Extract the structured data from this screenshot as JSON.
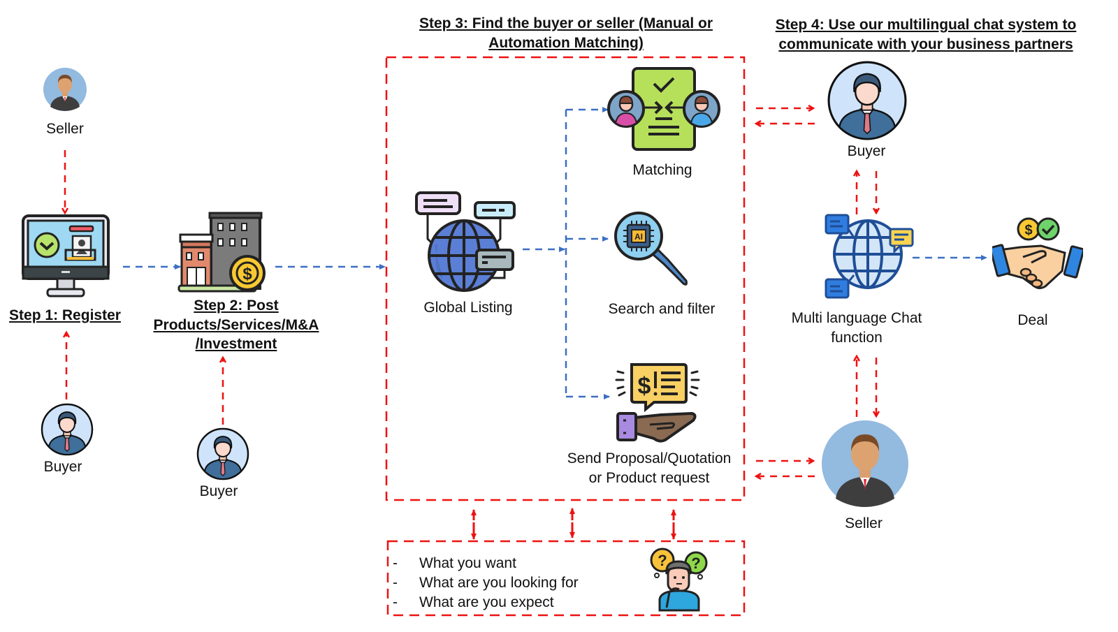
{
  "steps": {
    "step1": "Step 1: Register",
    "step2": [
      "Step 2: Post",
      "Products/Services/M&A",
      "/Investment"
    ],
    "step3": [
      "Step 3: Find the buyer or seller (Manual or",
      "Automation Matching)"
    ],
    "step4": [
      "Step 4: Use our multilingual chat system to",
      "communicate with your business partners"
    ]
  },
  "left": {
    "seller_label": "Seller",
    "buyer1_label": "Buyer",
    "buyer2_label": "Buyer"
  },
  "center": {
    "global_listing": "Global Listing",
    "matching": "Matching",
    "search_filter": "Search and filter",
    "proposal": [
      "Send Proposal/Quotation",
      "or Product request"
    ]
  },
  "criteria": {
    "items": [
      "What you want",
      "What are you looking for",
      "What are you expect"
    ],
    "bullet": "-"
  },
  "right": {
    "buyer_label": "Buyer",
    "seller_label": "Seller",
    "chat": [
      "Multi language Chat",
      "function"
    ],
    "deal": "Deal"
  },
  "colors": {
    "red_flow": "#ee1111",
    "blue_flow": "#3b6fc4",
    "globe_blue": "#5b7fd6",
    "matching_green": "#b6e05a",
    "proposal_yellow": "#f8d064",
    "avatar_blue": "#cfe4fb",
    "seller_bg": "#93badf"
  },
  "icons": {
    "seller": "seller-avatar-icon",
    "buyer": "buyer-avatar-icon",
    "register": "computer-register-icon",
    "post": "building-dollar-icon",
    "global": "globe-listing-icon",
    "matching": "matching-document-icon",
    "search": "ai-magnifier-icon",
    "proposal": "hand-quotation-icon",
    "thinking": "thinking-person-icon",
    "chat": "globe-chat-icon",
    "deal": "handshake-deal-icon"
  }
}
